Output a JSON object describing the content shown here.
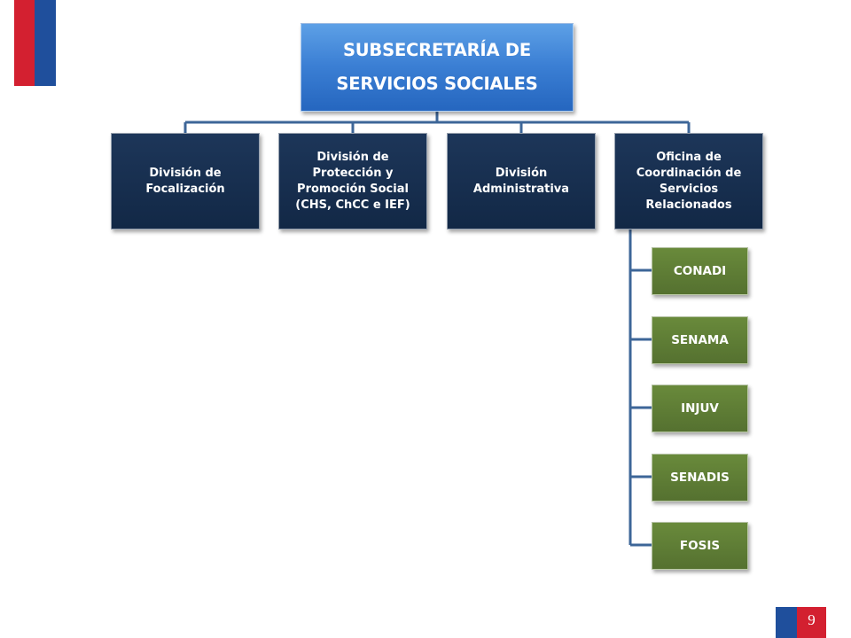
{
  "top_unit": {
    "line1": "SUBSECRETARÍA DE",
    "line2": "SERVICIOS SOCIALES"
  },
  "divisions": [
    "División de Focalización",
    "División de Protección y Promoción Social (CHS, ChCC e IEF)",
    "División Administrativa",
    "Oficina de Coordinación de Servicios Relacionados"
  ],
  "agencies": [
    "CONADI",
    "SENAMA",
    "INJUV",
    "SENADIS",
    "FOSIS"
  ],
  "page_number": "9",
  "colors": {
    "top_box": "#3b7fd4",
    "division_box": "#142b4a",
    "agency_box": "#5e7d35",
    "connector": "#3d6698",
    "flag_red": "#d32030",
    "flag_blue": "#1f4f9c"
  }
}
